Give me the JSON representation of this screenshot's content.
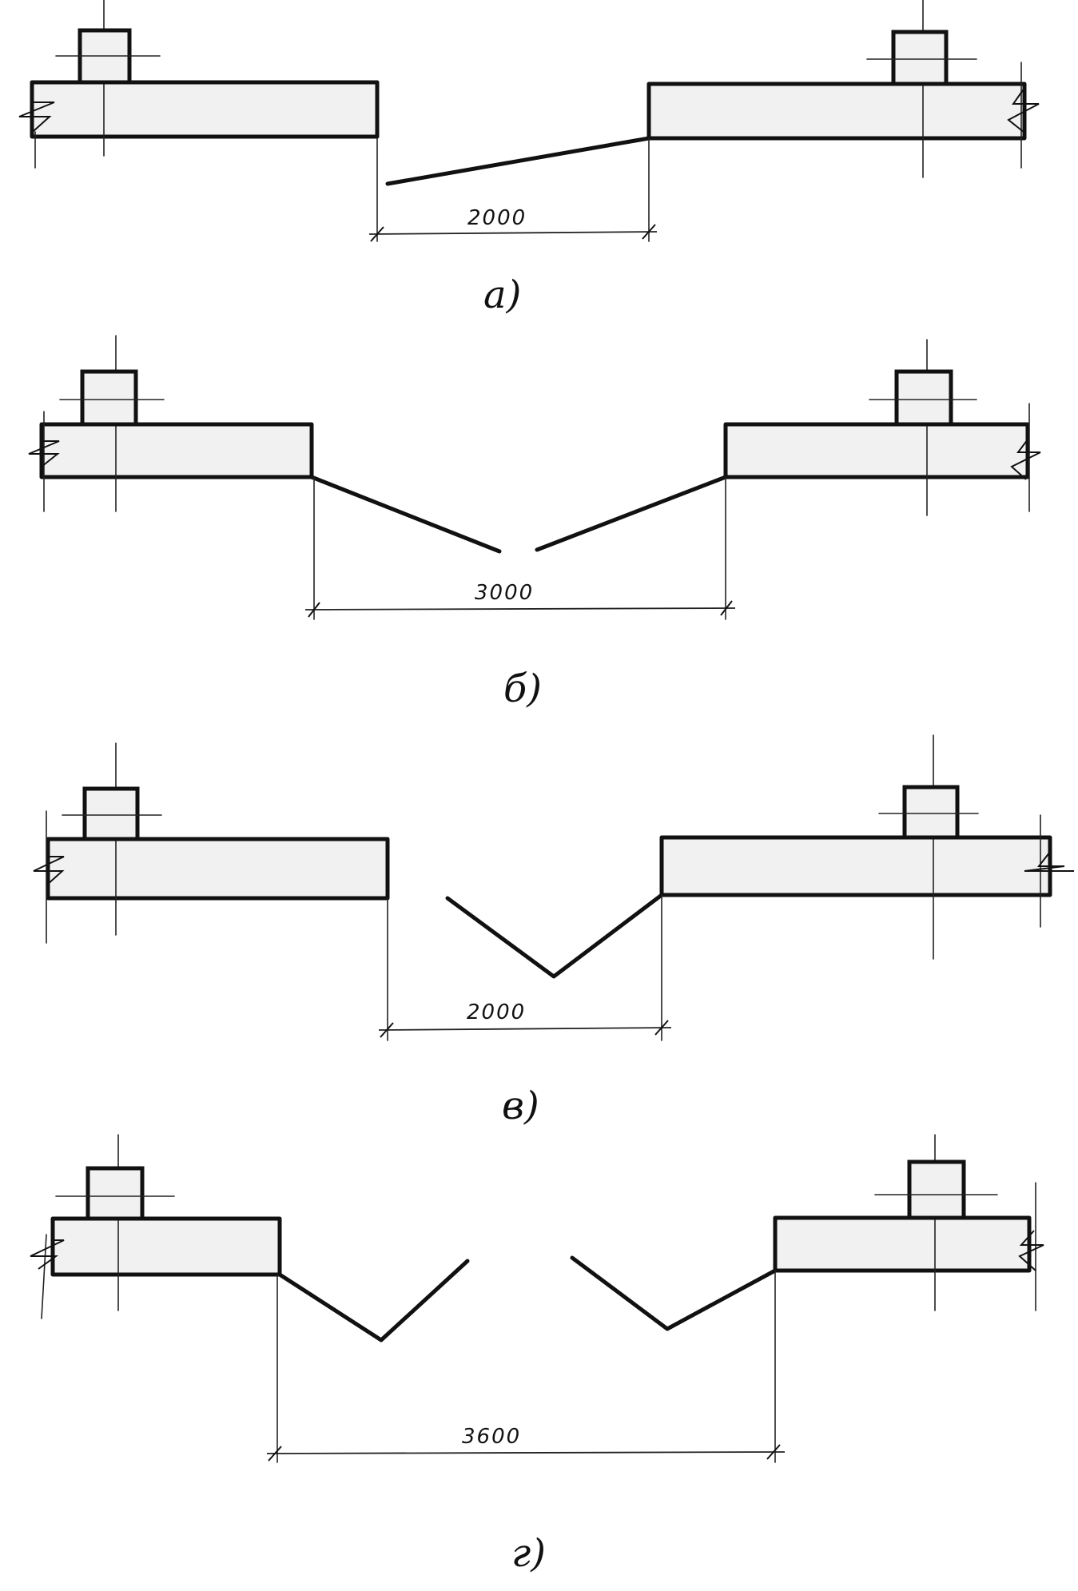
{
  "variants": [
    {
      "caption": "а)",
      "dimension": "2000"
    },
    {
      "caption": "б)",
      "dimension": "3000"
    },
    {
      "caption": "в)",
      "dimension": "2000"
    },
    {
      "caption": "г)",
      "dimension": "3600"
    }
  ]
}
